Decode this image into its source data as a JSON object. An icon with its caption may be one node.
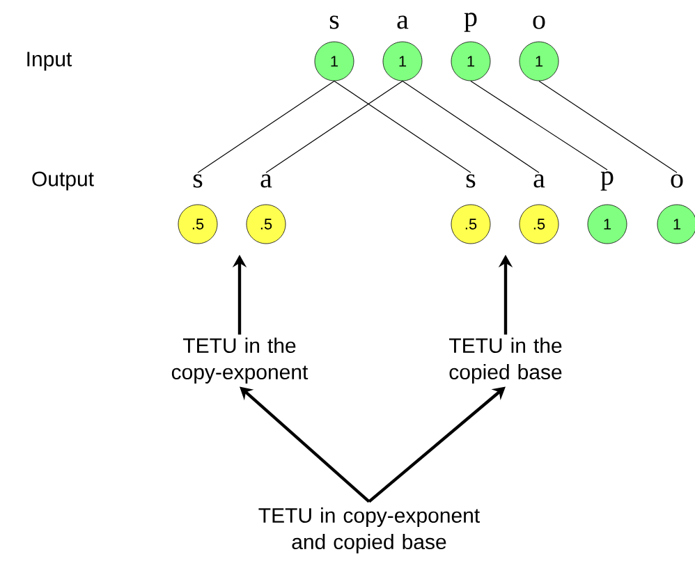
{
  "diagram": {
    "nodes": [
      {
        "text": [
          "s"
        ]
      },
      {
        "text": [
          "a"
        ]
      },
      {
        "text": [
          "p"
        ]
      },
      {
        "text": [
          "o"
        ]
      },
      {
        "text": [
          "1"
        ]
      },
      {
        "text": [
          "1"
        ]
      },
      {
        "text": [
          "1"
        ]
      },
      {
        "text": [
          "1"
        ]
      },
      {
        "text": [
          "s"
        ]
      },
      {
        "text": [
          "a"
        ]
      },
      {
        "text": [
          "s"
        ]
      },
      {
        "text": [
          "a"
        ]
      },
      {
        "text": [
          "p"
        ]
      },
      {
        "text": [
          "o"
        ]
      },
      {
        "text": [
          ".5"
        ]
      },
      {
        "text": [
          ".5"
        ]
      },
      {
        "text": [
          ".5"
        ]
      },
      {
        "text": [
          ".5"
        ]
      },
      {
        "text": [
          "1"
        ]
      },
      {
        "text": [
          "1"
        ]
      },
      {
        "text": [
          "TETU in the copy-exponent"
        ]
      },
      {
        "text": [
          "TETU in the copied base"
        ]
      },
      {
        "text": [
          "TETU in copy-exponent and copied base"
        ]
      }
    ],
    "edges": [
      {
        "from": 4,
        "to": 8,
        "arrow": "none"
      },
      {
        "from": 4,
        "to": 10,
        "arrow": "none"
      },
      {
        "from": 5,
        "to": 9,
        "arrow": "none"
      },
      {
        "from": 5,
        "to": 11,
        "arrow": "none"
      },
      {
        "from": 6,
        "to": 12,
        "arrow": "none"
      },
      {
        "from": 7,
        "to": 13,
        "arrow": "none"
      },
      {
        "from": 20,
        "to": null,
        "arrow": "to",
        "style": "thick"
      },
      {
        "from": 21,
        "to": null,
        "arrow": "to",
        "style": "thick"
      },
      {
        "from": 22,
        "to": 20,
        "arrow": "to",
        "style": "thick"
      },
      {
        "from": 22,
        "to": 21,
        "arrow": "to",
        "style": "thick"
      }
    ],
    "labels": [
      "Input",
      "Output"
    ]
  }
}
